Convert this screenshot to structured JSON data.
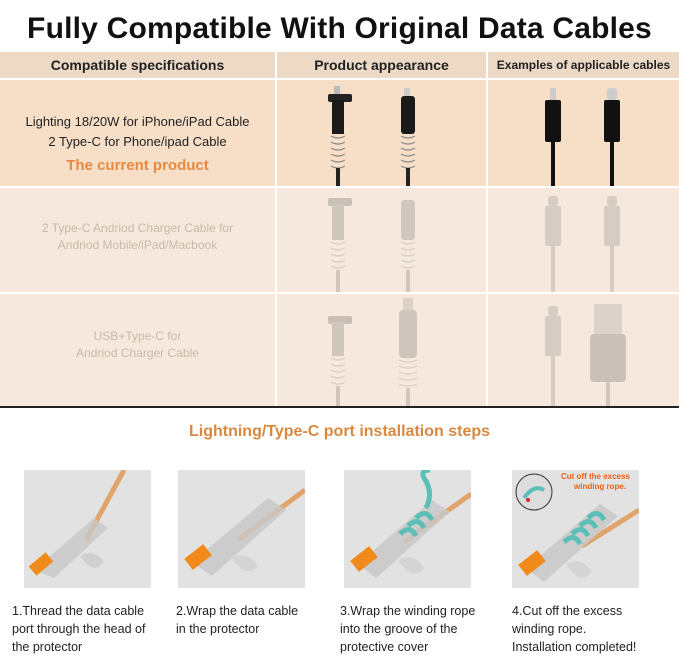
{
  "title": "Fully Compatible With Original Data Cables",
  "table": {
    "headers": [
      "Compatible specifications",
      "Product appearance",
      "Examples of applicable cables"
    ],
    "rows": [
      {
        "lines": [
          "Lighting 18/20W for iPhone/iPad Cable",
          "2 Type-C for Phone/ipad Cable"
        ],
        "highlight": "The current product"
      },
      {
        "lines": [
          "2 Type-C Andriod Charger Cable for",
          "Andriod Mobile/iPad/Macbook"
        ]
      },
      {
        "lines": [
          "USB+Type-C for",
          "Andriod Charger Cable"
        ]
      }
    ]
  },
  "steps": {
    "title": "Lightning/Type-C port installation steps",
    "items": [
      {
        "text": [
          "1.Thread the data cable",
          "port through the head of",
          "the protector"
        ]
      },
      {
        "text": [
          "2.Wrap the data cable",
          "in the protector"
        ]
      },
      {
        "text": [
          "3.Wrap the winding rope",
          "into the groove of the",
          "protective cover"
        ]
      },
      {
        "text": [
          "4.Cut off the excess",
          "winding rope.",
          "Installation completed!"
        ],
        "callout": [
          "Cut off the excess",
          "winding rope."
        ]
      }
    ]
  },
  "colors": {
    "accent": "#e8893f",
    "header_bg": "#ecd9c6",
    "row_active": "#f7dfc7",
    "row_faded": "#f6e8dc",
    "cable": "#111111",
    "rope": "#5bbfb7"
  }
}
